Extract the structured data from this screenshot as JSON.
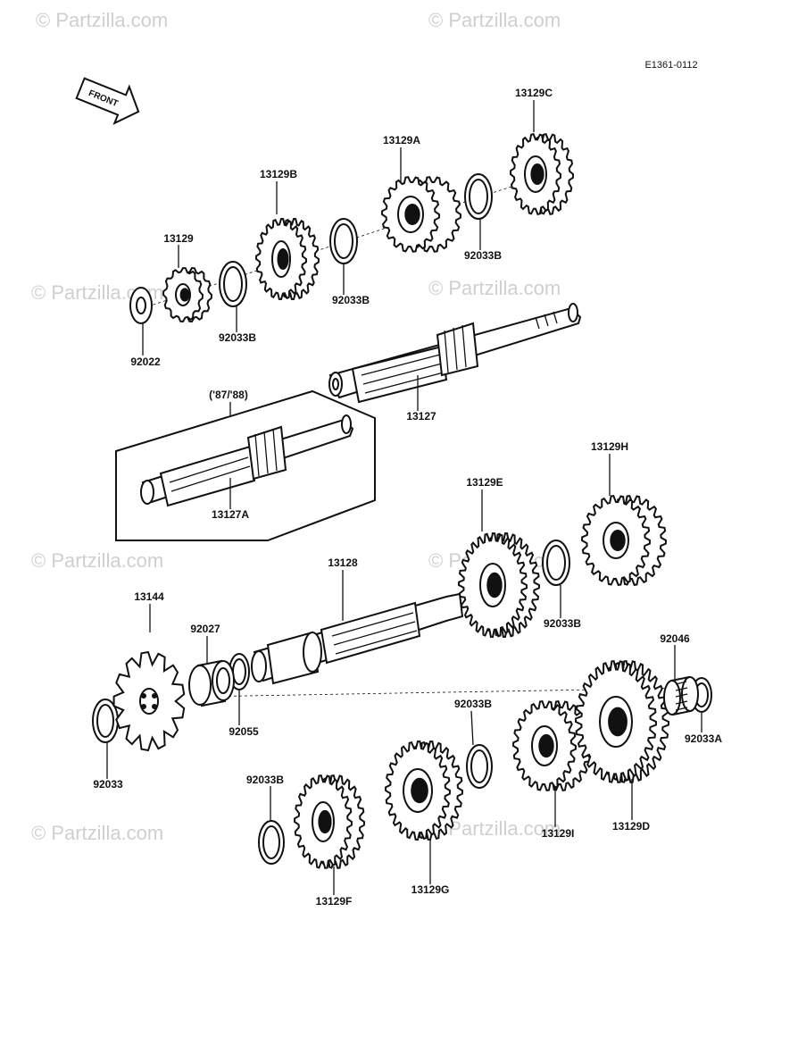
{
  "diagram": {
    "code": "E1361-0112",
    "front_label": "FRONT",
    "watermark": "© Partzilla.com",
    "callouts": [
      {
        "id": "c1",
        "text": "13129C"
      },
      {
        "id": "c2",
        "text": "13129A"
      },
      {
        "id": "c3",
        "text": "13129B"
      },
      {
        "id": "c4",
        "text": "13129"
      },
      {
        "id": "c5",
        "text": "92033B"
      },
      {
        "id": "c6",
        "text": "92033B"
      },
      {
        "id": "c7",
        "text": "92033B"
      },
      {
        "id": "c8",
        "text": "92022"
      },
      {
        "id": "c9",
        "text": "13127"
      },
      {
        "id": "c10",
        "text": "('87/'88)"
      },
      {
        "id": "c11",
        "text": "13127A"
      },
      {
        "id": "c12",
        "text": "13129H"
      },
      {
        "id": "c13",
        "text": "13129E"
      },
      {
        "id": "c14",
        "text": "13128"
      },
      {
        "id": "c15",
        "text": "13144"
      },
      {
        "id": "c16",
        "text": "92027"
      },
      {
        "id": "c17",
        "text": "92033B"
      },
      {
        "id": "c18",
        "text": "92046"
      },
      {
        "id": "c19",
        "text": "92055"
      },
      {
        "id": "c20",
        "text": "92033B"
      },
      {
        "id": "c21",
        "text": "92033A"
      },
      {
        "id": "c22",
        "text": "92033"
      },
      {
        "id": "c23",
        "text": "92033B"
      },
      {
        "id": "c24",
        "text": "13129I"
      },
      {
        "id": "c25",
        "text": "13129D"
      },
      {
        "id": "c26",
        "text": "13129F"
      },
      {
        "id": "c27",
        "text": "13129G"
      }
    ]
  }
}
